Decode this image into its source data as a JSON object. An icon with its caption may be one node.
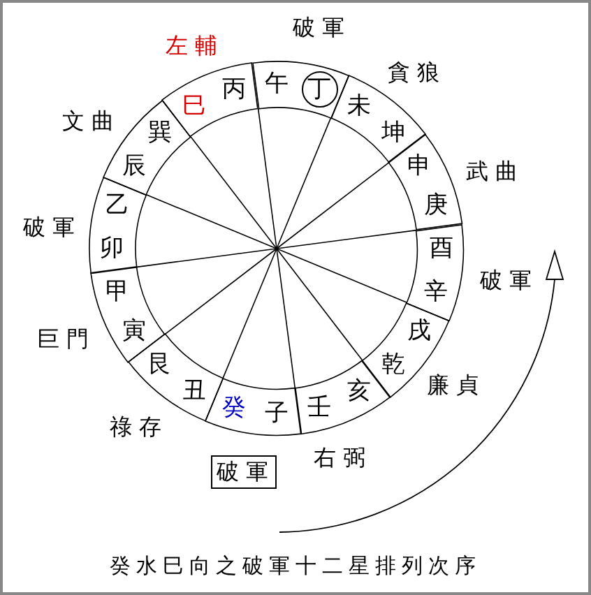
{
  "diagram": {
    "caption": "癸水巳向之破軍十二星排列次序",
    "nodes": [
      {
        "text": [
          "午"
        ]
      },
      {
        "text": [
          "丁"
        ],
        "in": 0
      },
      {
        "text": [
          "未",
          "坤"
        ]
      },
      {
        "text": [
          "申",
          "庚"
        ]
      },
      {
        "text": [
          "酉",
          "辛"
        ]
      },
      {
        "text": [
          "戌",
          "乾"
        ]
      },
      {
        "text": [
          "亥",
          "壬"
        ]
      },
      {
        "text": [
          "癸",
          "子"
        ]
      },
      {
        "text": [
          "丑",
          "艮"
        ]
      },
      {
        "text": [
          "甲",
          "寅"
        ]
      },
      {
        "text": [
          "乙",
          "卯"
        ]
      },
      {
        "text": [
          "辰",
          "巽"
        ]
      },
      {
        "text": [
          "巳",
          "丙"
        ]
      },
      {
        "text": [
          "破軍"
        ]
      }
    ],
    "edges": [],
    "labels": [
      "破軍",
      "貪狼",
      "武曲",
      "破軍",
      "廉貞",
      "右弼",
      "祿存",
      "巨門",
      "破軍",
      "文曲",
      "左輔"
    ]
  }
}
